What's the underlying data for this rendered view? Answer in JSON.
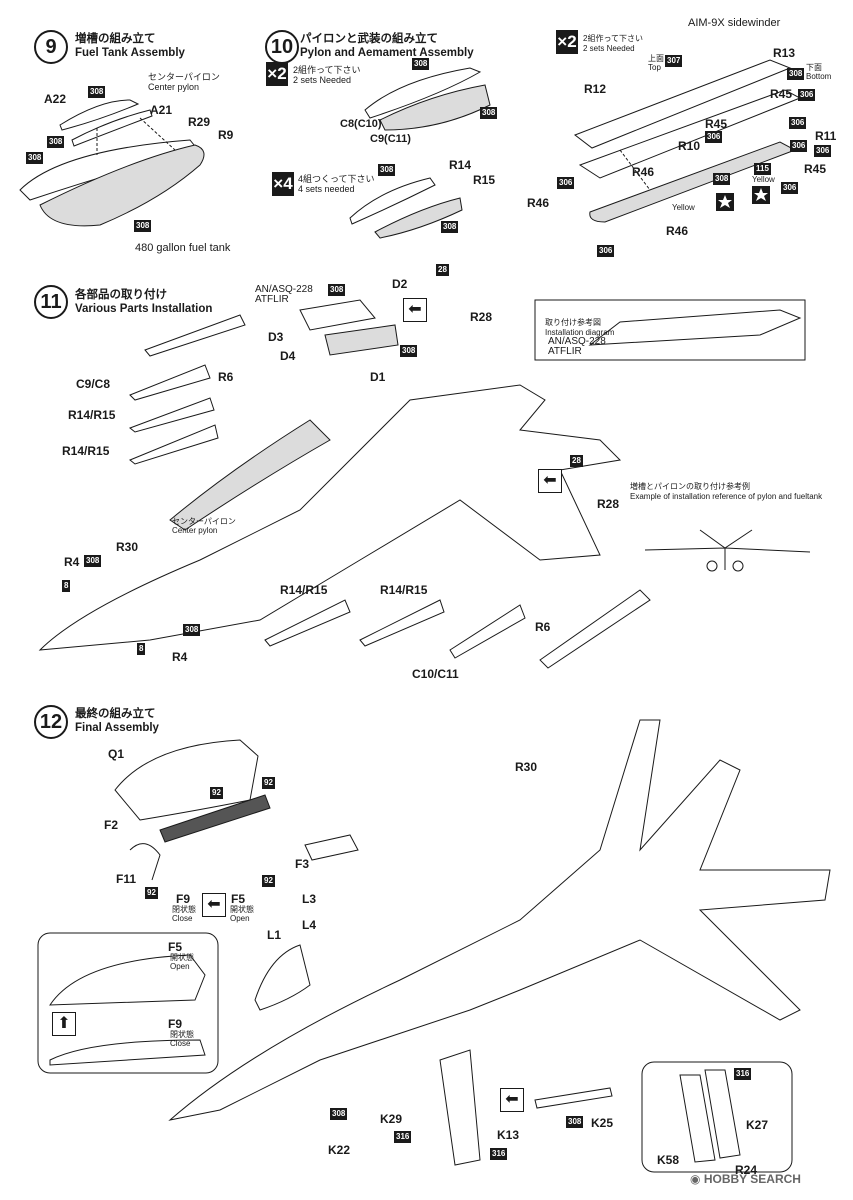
{
  "steps": {
    "s9": {
      "num": "9",
      "ja": "増槽の組み立て",
      "en": "Fuel Tank Assembly",
      "center_pylon_ja": "センターパイロン",
      "center_pylon_en": "Center pylon",
      "tank_caption": "480 gallon fuel tank"
    },
    "s10": {
      "num": "10",
      "ja": "パイロンと武装の組み立て",
      "en": "Pylon and Aemament  Assembly",
      "make2_ja": "2組作って下さい",
      "make2_en": "2 sets  Needed",
      "make4_ja": "4組つくって下さい",
      "make4_en": "4 sets needed",
      "x2": "×2",
      "x4": "×4"
    },
    "s10b": {
      "title": "AIM-9X sidewinder",
      "make2_ja": "2組作って下さい",
      "make2_en": "2 sets  Needed",
      "x2": "×2",
      "top_ja": "上面",
      "top_en": "Top",
      "bottom_ja": "下面",
      "bottom_en": "Bottom",
      "yellow_ja": "Yellow",
      "star_label": "★"
    },
    "s11": {
      "num": "11",
      "ja": "各部品の取り付け",
      "en": "Various Parts Installation",
      "atflir_name": "AN/ASQ-228",
      "atflir_short": "ATFLIR",
      "diagram_ja": "取り付け参考図",
      "diagram_en": "Installation diagram",
      "ref_ja": "増槽とパイロンの取り付け参考例",
      "ref_en": "Example of installation reference of pylon and fueltank",
      "center_pylon_ja": "センターパイロン",
      "center_pylon_en": "Center pylon"
    },
    "s12": {
      "num": "12",
      "ja": "最終の組み立て",
      "en": "Final Assembly",
      "close_ja": "閉状態",
      "close_en": "Close",
      "open_ja": "開状態",
      "open_en": "Open"
    }
  },
  "parts": {
    "A22": "A22",
    "A21": "A21",
    "R29": "R29",
    "R9": "R9",
    "C8C10": "C8(C10)",
    "C9C11": "C9(C11)",
    "R14": "R14",
    "R15": "R15",
    "R12": "R12",
    "R13": "R13",
    "R45": "R45",
    "R11": "R11",
    "R10": "R10",
    "R46": "R46",
    "D2": "D2",
    "D3": "D3",
    "D4": "D4",
    "D1": "D1",
    "R28": "R28",
    "R6": "R6",
    "C9C8": "C9/C8",
    "R14R15": "R14/R15",
    "R4": "R4",
    "R30": "R30",
    "C10C11": "C10/C11",
    "Q1": "Q1",
    "F2": "F2",
    "F3": "F3",
    "F11": "F11",
    "F9": "F9",
    "F5": "F5",
    "L1": "L1",
    "L3": "L3",
    "L4": "L4",
    "K22": "K22",
    "K29": "K29",
    "K13": "K13",
    "K25": "K25",
    "K27": "K27",
    "K58": "K58",
    "R24": "R24"
  },
  "colors": {
    "c308": "308",
    "c307": "307",
    "c306": "306",
    "c316": "316",
    "c115": "115",
    "c92": "92",
    "c8": "8",
    "c28": "28"
  },
  "watermark": "HOBBY SEARCH"
}
